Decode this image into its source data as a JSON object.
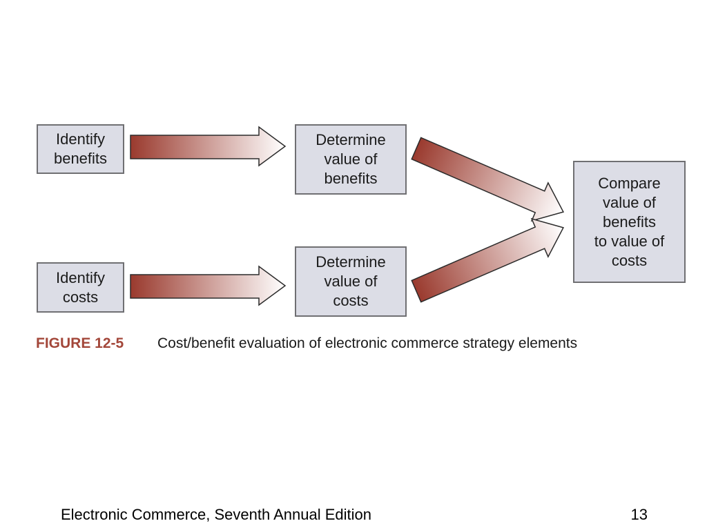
{
  "diagram": {
    "boxes": {
      "identify_benefits": "Identify\nbenefits",
      "identify_costs": "Identify\ncosts",
      "determine_benefits": "Determine\nvalue of\nbenefits",
      "determine_costs": "Determine\nvalue of\ncosts",
      "compare": "Compare\nvalue of\nbenefits\nto value of\ncosts"
    },
    "colors": {
      "box_fill": "#dcdde6",
      "box_border": "#6f6f72",
      "arrow_dark": "#9a3a2e",
      "arrow_light": "#ffffff",
      "figure_label": "#a3473a"
    }
  },
  "caption": {
    "figure_number": "FIGURE 12-5",
    "text": "Cost/benefit evaluation of electronic commerce strategy elements"
  },
  "footer": {
    "title": "Electronic Commerce, Seventh Annual Edition",
    "page": "13"
  }
}
